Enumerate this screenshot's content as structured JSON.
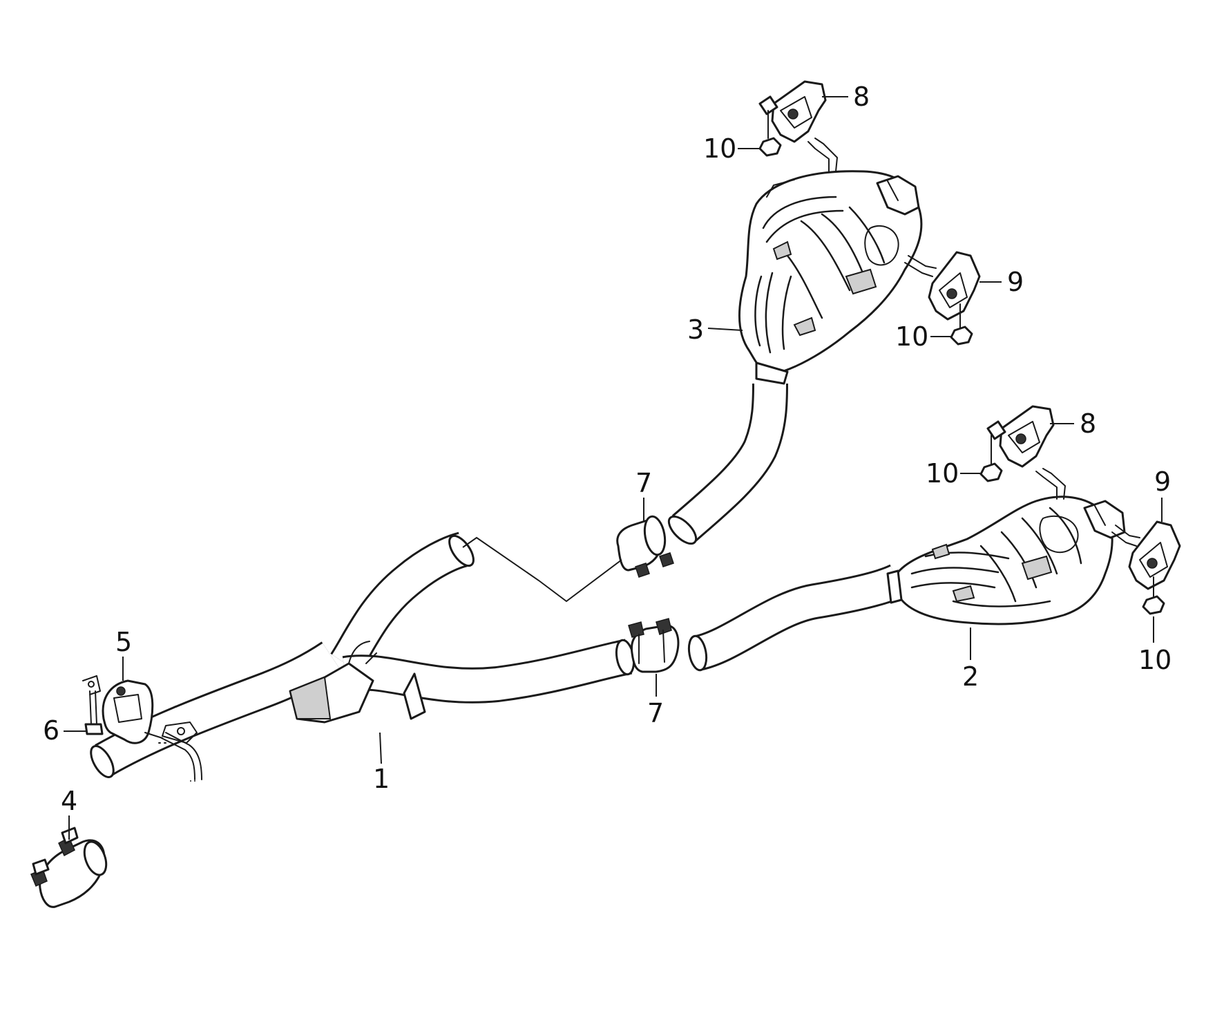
{
  "callouts": {
    "c1": "1",
    "c2": "2",
    "c3": "3",
    "c4": "4",
    "c5": "5",
    "c6": "6",
    "c7a": "7",
    "c7b": "7",
    "c8a": "8",
    "c8b": "8",
    "c9a": "9",
    "c9b": "9",
    "c10a": "10",
    "c10b": "10",
    "c10c": "10",
    "c10d": "10"
  }
}
